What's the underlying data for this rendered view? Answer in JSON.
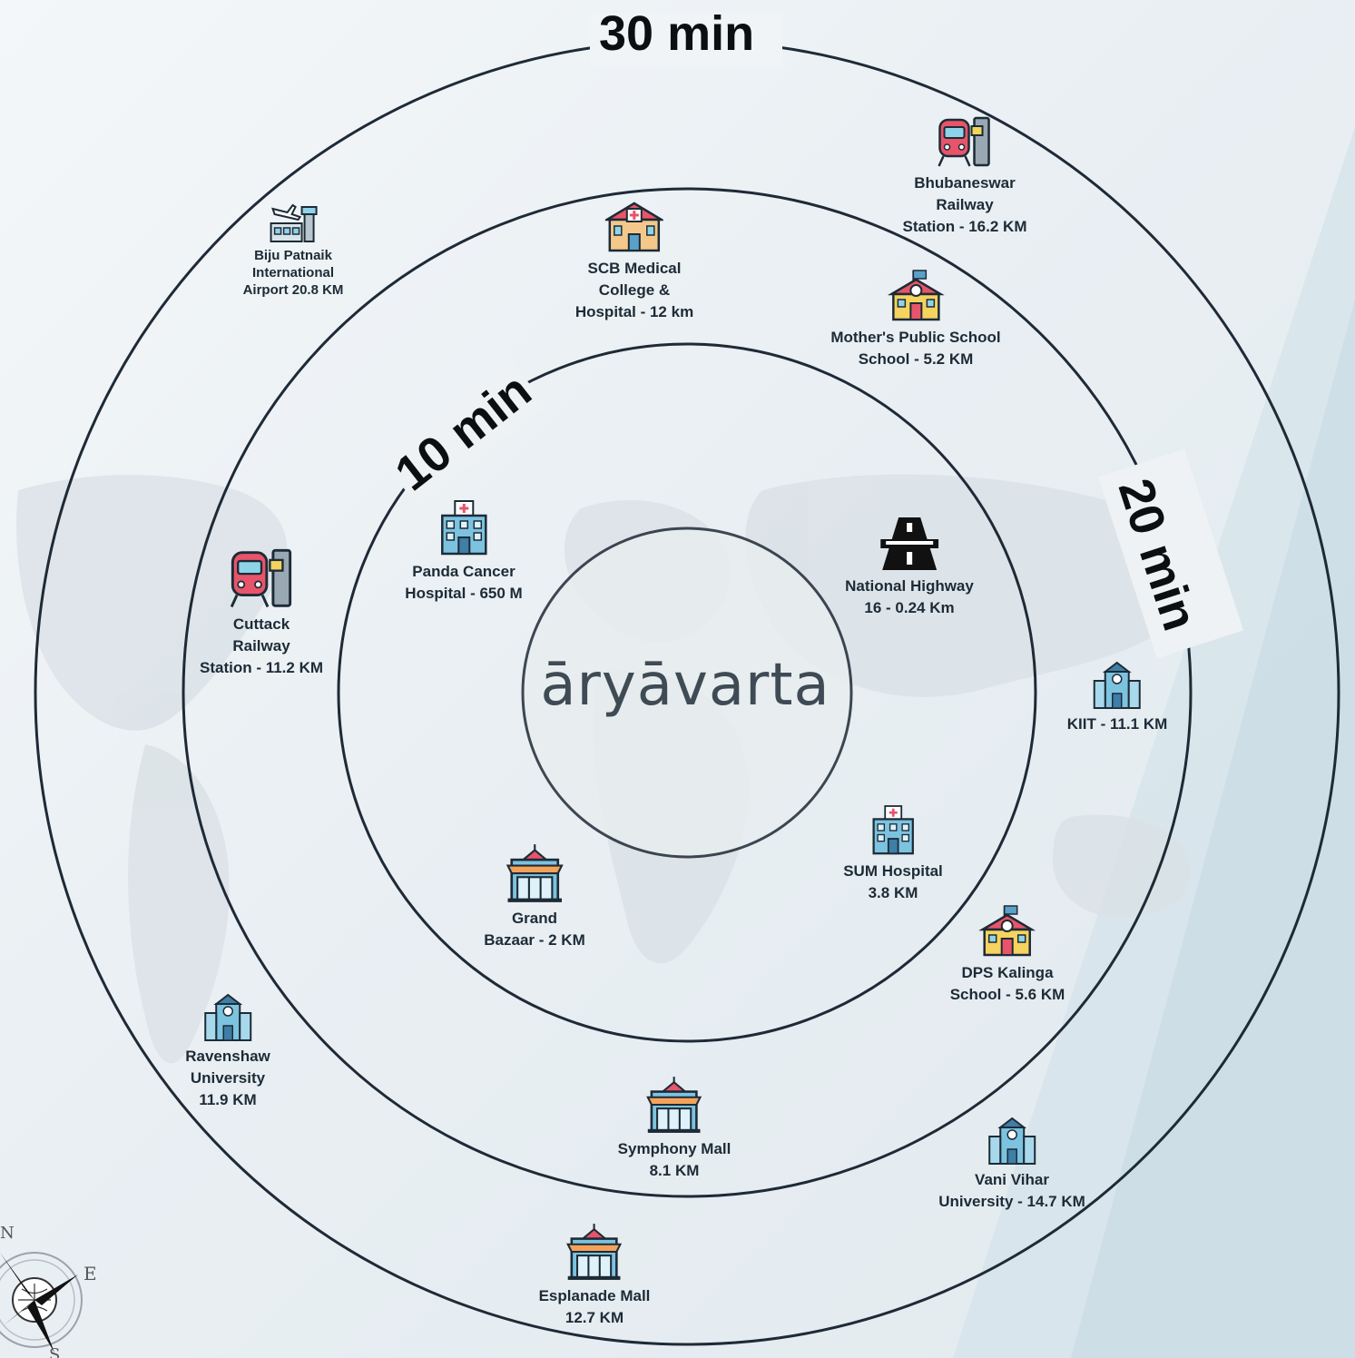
{
  "brand": {
    "name": "āryāvarta"
  },
  "rings": [
    {
      "label": "10 min"
    },
    {
      "label": "20 min"
    },
    {
      "label": "30 min"
    }
  ],
  "compass": {
    "north": "N",
    "east": "E",
    "south": "S"
  },
  "places": [
    {
      "label": "Bhubaneswar\nRailway\nStation - 16.2 KM",
      "icon": "train-station-icon"
    },
    {
      "label": "Biju Patnaik\nInternational\nAirport 20.8 KM",
      "icon": "airport-icon"
    },
    {
      "label": "SCB Medical\nCollege &\nHospital - 12 km",
      "icon": "medical-college-icon"
    },
    {
      "label": "Mother's Public School\nSchool - 5.2 KM",
      "icon": "school-icon"
    },
    {
      "label": "Panda Cancer\nHospital - 650 M",
      "icon": "hospital-icon"
    },
    {
      "label": "National Highway\n16 - 0.24 Km",
      "icon": "highway-icon"
    },
    {
      "label": "Cuttack\nRailway\nStation - 11.2 KM",
      "icon": "train-station-icon"
    },
    {
      "label": "KIIT - 11.1 KM",
      "icon": "university-icon"
    },
    {
      "label": "SUM Hospital\n3.8 KM",
      "icon": "hospital-icon"
    },
    {
      "label": "Grand\nBazaar - 2 KM",
      "icon": "mall-icon"
    },
    {
      "label": "DPS Kalinga\nSchool - 5.6 KM",
      "icon": "school-icon"
    },
    {
      "label": "Ravenshaw\nUniversity\n11.9 KM",
      "icon": "university-icon"
    },
    {
      "label": "Symphony Mall\n8.1 KM",
      "icon": "mall-icon"
    },
    {
      "label": "Vani Vihar\nUniversity - 14.7 KM",
      "icon": "university-icon"
    },
    {
      "label": "Esplanade Mall\n12.7 KM",
      "icon": "mall-icon"
    }
  ]
}
